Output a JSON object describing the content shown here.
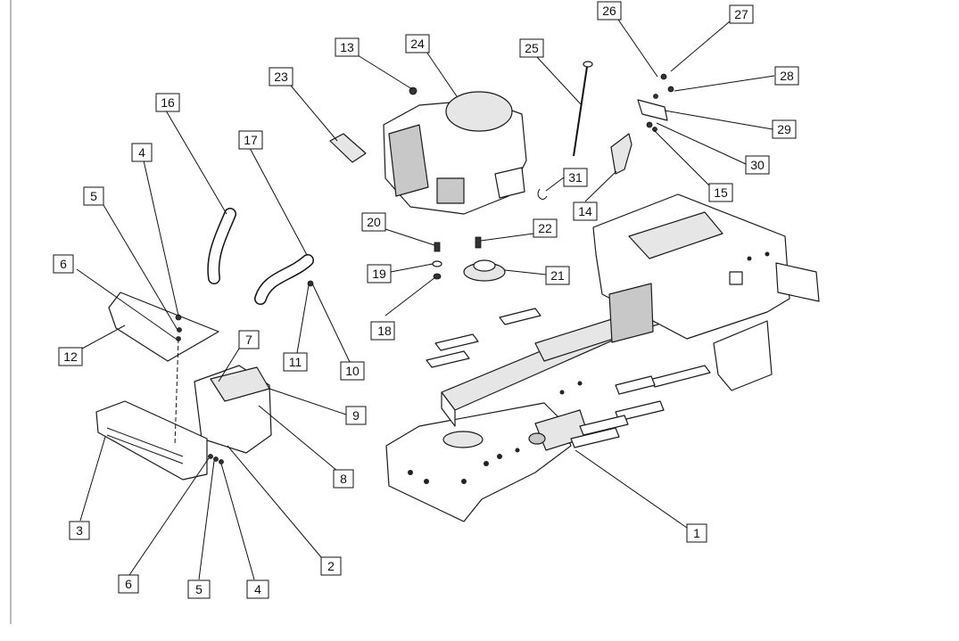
{
  "callouts": [
    {
      "id": "c26",
      "label": "26"
    },
    {
      "id": "c27",
      "label": "27"
    },
    {
      "id": "c13",
      "label": "13"
    },
    {
      "id": "c24",
      "label": "24"
    },
    {
      "id": "c25",
      "label": "25"
    },
    {
      "id": "c28",
      "label": "28"
    },
    {
      "id": "c23",
      "label": "23"
    },
    {
      "id": "c16",
      "label": "16"
    },
    {
      "id": "c29",
      "label": "29"
    },
    {
      "id": "c17",
      "label": "17"
    },
    {
      "id": "c30",
      "label": "30"
    },
    {
      "id": "c4a",
      "label": "4"
    },
    {
      "id": "c31",
      "label": "31"
    },
    {
      "id": "c15",
      "label": "15"
    },
    {
      "id": "c5a",
      "label": "5"
    },
    {
      "id": "c14",
      "label": "14"
    },
    {
      "id": "c20",
      "label": "20"
    },
    {
      "id": "c22",
      "label": "22"
    },
    {
      "id": "c6a",
      "label": "6"
    },
    {
      "id": "c19",
      "label": "19"
    },
    {
      "id": "c21",
      "label": "21"
    },
    {
      "id": "c18",
      "label": "18"
    },
    {
      "id": "c12",
      "label": "12"
    },
    {
      "id": "c7",
      "label": "7"
    },
    {
      "id": "c11",
      "label": "11"
    },
    {
      "id": "c10",
      "label": "10"
    },
    {
      "id": "c9",
      "label": "9"
    },
    {
      "id": "c8",
      "label": "8"
    },
    {
      "id": "c3",
      "label": "3"
    },
    {
      "id": "c1",
      "label": "1"
    },
    {
      "id": "c2",
      "label": "2"
    },
    {
      "id": "c6b",
      "label": "6"
    },
    {
      "id": "c5b",
      "label": "5"
    },
    {
      "id": "c4b",
      "label": "4"
    }
  ]
}
